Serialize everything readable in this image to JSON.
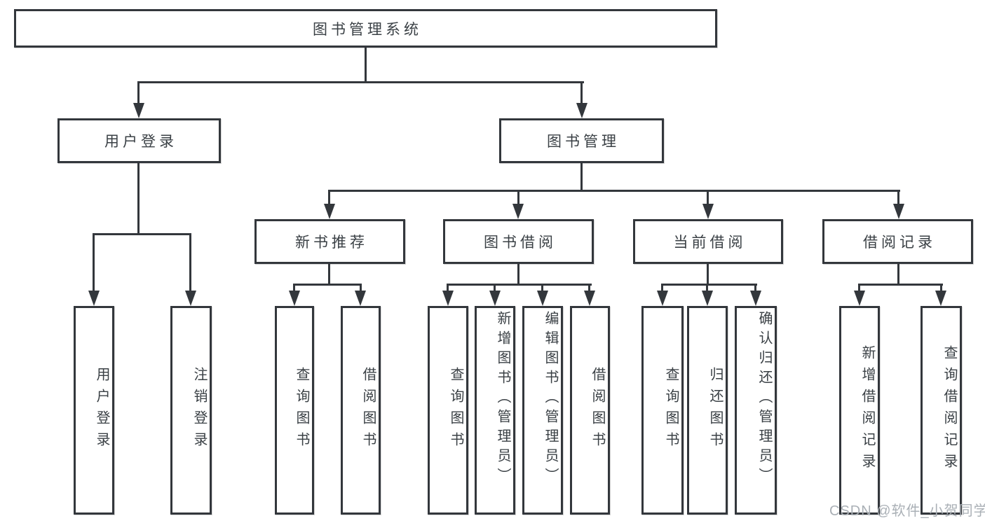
{
  "diagram": {
    "root": {
      "label": "图书管理系统"
    },
    "login": {
      "label": "用户登录",
      "leaves": [
        "用户登录",
        "注销登录"
      ]
    },
    "management": {
      "label": "图书管理",
      "groups": [
        {
          "label": "新书推荐",
          "leaves": [
            "查询图书",
            "借阅图书"
          ]
        },
        {
          "label": "图书借阅",
          "leaves": [
            "查询图书",
            "新增图书（管理员）",
            "编辑图书（管理员）",
            "借阅图书"
          ]
        },
        {
          "label": "当前借阅",
          "leaves": [
            "查询图书",
            "归还图书",
            "确认归还（管理员）"
          ]
        },
        {
          "label": "借阅记录",
          "leaves": [
            "新增借阅记录",
            "查询借阅记录"
          ]
        }
      ]
    }
  },
  "watermark": {
    "text": "CSDN @软件_小贺同学"
  },
  "colors": {
    "line": "#33373c",
    "text": "#3a4045",
    "watermark": "#aab0b6",
    "background": "#ffffff"
  }
}
